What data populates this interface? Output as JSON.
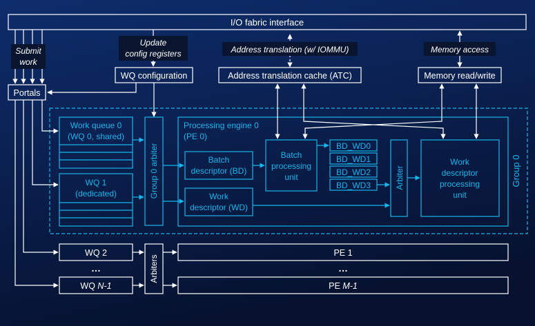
{
  "colors": {
    "bg_top": "#0d2a66",
    "bg_bottom": "#071333",
    "white": "#ffffff",
    "cyan": "#19b6ec",
    "label_bg": "#09152e"
  },
  "header": {
    "io_fabric": "I/O fabric interface"
  },
  "side_labels": {
    "submit": "Submit",
    "work": "work",
    "update": "Update",
    "config_registers": "config registers",
    "address_translation": "Address translation (w/ IOMMU)",
    "memory_access": "Memory  access"
  },
  "blocks": {
    "wq_configuration": "WQ configuration",
    "atc": "Address translation cache (ATC)",
    "memory_rw": "Memory read/write",
    "portals": "Portals"
  },
  "group0": {
    "label": "Group 0",
    "arbiter": "Group 0 arbiter",
    "wq0_line1": "Work queue 0",
    "wq0_line2": "(WQ 0, shared)",
    "wq1_line1": "WQ 1",
    "wq1_line2": "(dedicated)",
    "pe_line1": "Processing engine  0",
    "pe_line2": "(PE 0)",
    "bd_line1": "Batch",
    "bd_line2": "descriptor (BD)",
    "wd_line1": "Work",
    "wd_line2": "descriptor (WD)",
    "bpu_line1": "Batch",
    "bpu_line2": "processing",
    "bpu_line3": "unit",
    "bd_wd": [
      "BD_WD0",
      "BD_WD1",
      "BD_WD2",
      "BD_WD3"
    ],
    "pe_arbiter": "Arbiter",
    "wdpu_line1": "Work",
    "wdpu_line2": "descriptor",
    "wdpu_line3": "processing",
    "wdpu_line4": "unit"
  },
  "lower": {
    "wq2": "WQ 2",
    "pe1": "PE 1",
    "dots1": "…",
    "dots2": "…",
    "arbiters": "Arbiters",
    "wqn_prefix": "WQ ",
    "wqn_suffix": "N-1",
    "pem_prefix": "PE ",
    "pem_suffix": "M-1"
  }
}
